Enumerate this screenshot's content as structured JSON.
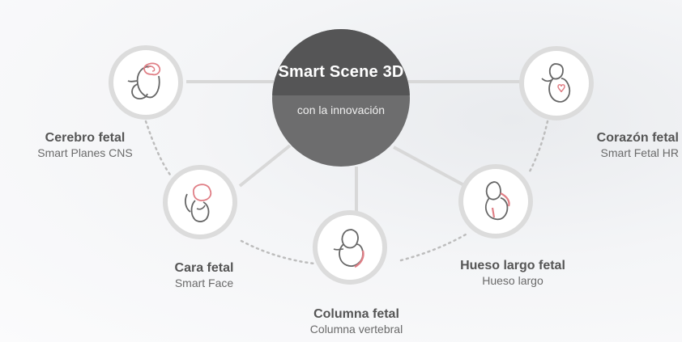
{
  "hub": {
    "title": "Smart Scene 3D",
    "subtitle": "con la innovación"
  },
  "features": [
    {
      "title": "Cerebro fetal",
      "subtitle": "Smart Planes CNS",
      "icon": "fetus-brain-icon"
    },
    {
      "title": "Cara fetal",
      "subtitle": "Smart Face",
      "icon": "fetus-face-icon"
    },
    {
      "title": "Columna fetal",
      "subtitle": "Columna vertebral",
      "icon": "fetus-spine-icon"
    },
    {
      "title": "Hueso largo fetal",
      "subtitle": "Hueso largo",
      "icon": "fetus-long-bone-icon"
    },
    {
      "title": "Corazón fetal",
      "subtitle": "Smart Fetal HR",
      "icon": "fetus-heart-icon"
    }
  ],
  "colors": {
    "hub_dark": "#555556",
    "hub_light": "#6d6d6e",
    "ring": "#dcdcdc",
    "accent": "#e07f86",
    "line_art": "#666666"
  }
}
